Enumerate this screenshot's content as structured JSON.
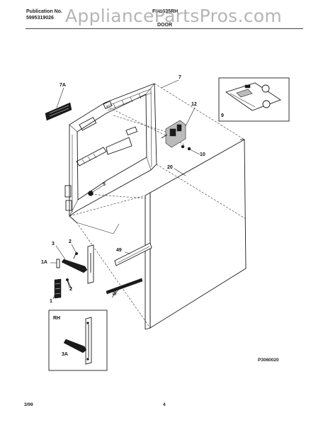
{
  "header": {
    "publication_label": "Publication No.",
    "publication_number": "5995319026",
    "model": "FDB635RH",
    "section": "DOOR"
  },
  "watermark": "AppliancePartsPros.com",
  "callouts": {
    "c7A": "7A",
    "c7": "7",
    "c12": "12",
    "c9": "9",
    "c10": "10",
    "c20": "20",
    "c5": "5",
    "c3": "3",
    "c2a": "2",
    "c1A": "1A",
    "c2b": "2",
    "c1": "1",
    "c49": "49",
    "c50": "50",
    "cRH": "RH",
    "c3A": "3A"
  },
  "figure_id": "P3060020",
  "footer": {
    "date": "3/99",
    "page": "4"
  }
}
